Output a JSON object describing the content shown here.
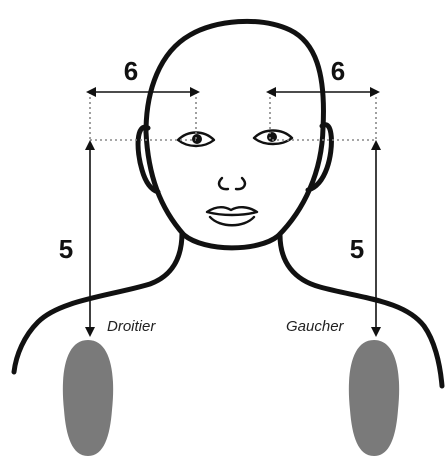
{
  "measurements": {
    "horizontal_left": "6",
    "horizontal_right": "6",
    "vertical_left": "5",
    "vertical_right": "5"
  },
  "labels": {
    "right_handed": "Droitier",
    "left_handed": "Gaucher"
  },
  "colors": {
    "outline": "#111111",
    "guide_dotted": "#888888",
    "target_fill": "#7a7a7a"
  }
}
